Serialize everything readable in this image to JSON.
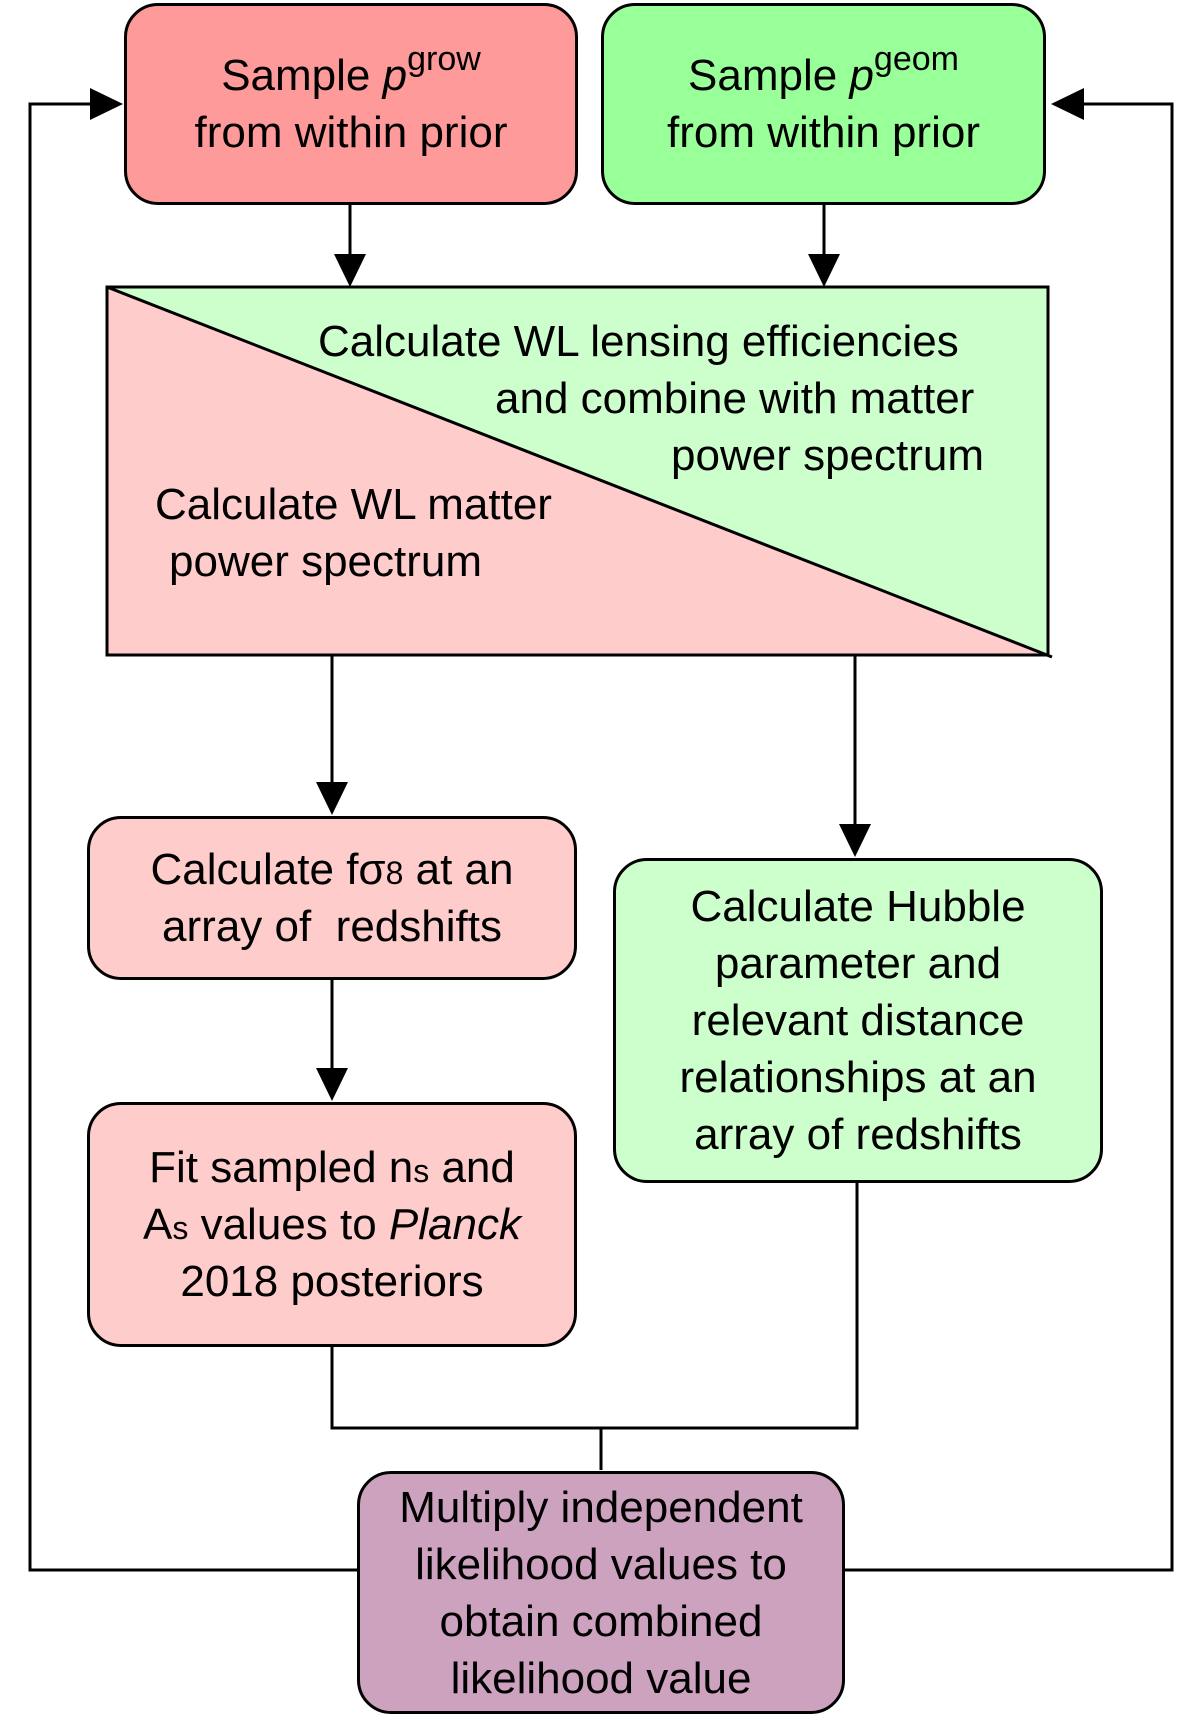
{
  "colors": {
    "growth_strong": "#fe9a9a",
    "geometry_strong": "#99ff99",
    "growth_light": "#ffcccc",
    "geometry_light": "#ccffcc",
    "combined": "#cda2bf"
  },
  "sample_grow": {
    "line1_prefix": "Sample ",
    "symbol": "p",
    "superscript": "grow",
    "line2": "from within prior"
  },
  "sample_geom": {
    "line1_prefix": "Sample ",
    "symbol": "p",
    "superscript": "geom",
    "line2": "from within prior"
  },
  "split_box": {
    "geometry_lines": [
      "Calculate WL lensing efficiencies",
      "and combine with matter",
      "power spectrum"
    ],
    "growth_lines": [
      "Calculate WL matter",
      "power spectrum"
    ]
  },
  "fsigma8_box": {
    "line1_prefix": "Calculate fσ",
    "line1_subscript": "8",
    "line1_suffix": " at an",
    "line2": "array of  redshifts"
  },
  "fit_box": {
    "line1_prefix": "Fit sampled n",
    "line1_subscript": "s",
    "line1_suffix": " and",
    "line2_prefix": "A",
    "line2_subscript": "s",
    "line2_middle": " values to ",
    "line2_italic": "Planck",
    "line3": "2018 posteriors"
  },
  "hubble_box": {
    "lines": [
      "Calculate Hubble",
      "parameter and",
      "relevant distance",
      "relationships at an",
      "array of redshifts"
    ]
  },
  "combine_box": {
    "lines": [
      "Multiply independent",
      "likelihood values to",
      "obtain combined",
      "likelihood value"
    ]
  }
}
